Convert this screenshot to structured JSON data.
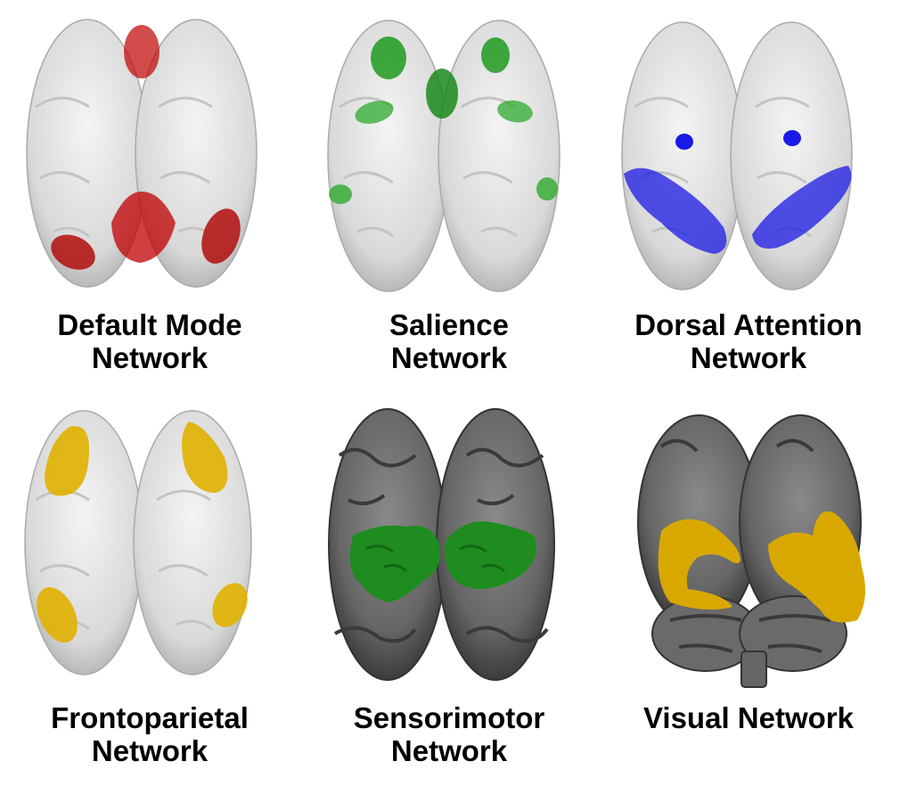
{
  "figure": {
    "panels": [
      {
        "id": "default-mode",
        "label_lines": [
          "Default Mode",
          "Network"
        ],
        "brain_style": "glass",
        "region_color": "#c00000"
      },
      {
        "id": "salience",
        "label_lines": [
          "Salience",
          "Network"
        ],
        "brain_style": "glass",
        "region_color": "#1f9a1f"
      },
      {
        "id": "dorsal-attention",
        "label_lines": [
          "Dorsal Attention",
          "Network"
        ],
        "brain_style": "glass",
        "region_color": "#1a1ae6"
      },
      {
        "id": "frontoparietal",
        "label_lines": [
          "Frontoparietal",
          "Network"
        ],
        "brain_style": "glass",
        "region_color": "#e0b000"
      },
      {
        "id": "sensorimotor",
        "label_lines": [
          "Sensorimotor",
          "Network"
        ],
        "brain_style": "dark",
        "region_color": "#1e8c1e"
      },
      {
        "id": "visual",
        "label_lines": [
          "Visual Network"
        ],
        "brain_style": "dark",
        "region_color": "#d9a800"
      }
    ]
  }
}
